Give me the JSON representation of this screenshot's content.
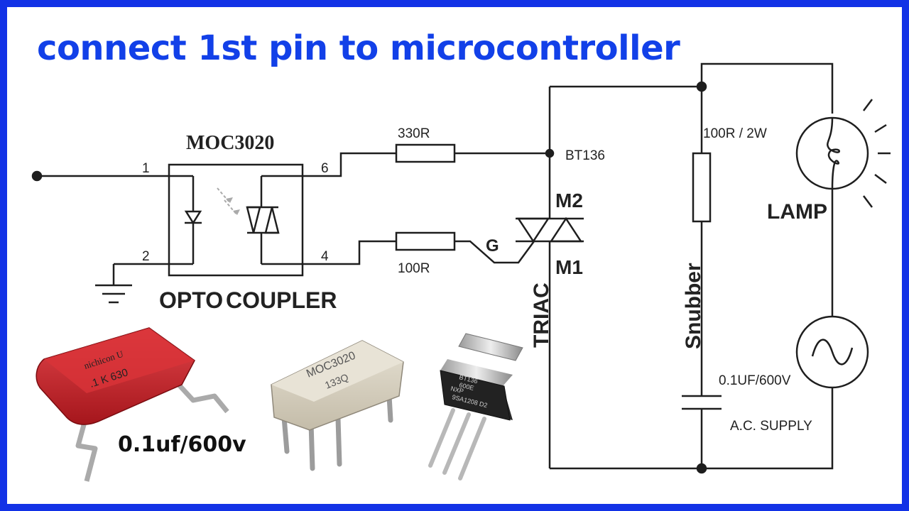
{
  "heading": "connect 1st pin to microcontroller",
  "labels": {
    "ic": "MOC3020",
    "opto_a": "OPTO",
    "opto_b": "COUPLER",
    "pin1": "1",
    "pin2": "2",
    "pin4": "4",
    "pin6": "6",
    "r330": "330R",
    "r100": "100R",
    "bt136": "BT136",
    "gate": "G",
    "m2": "M2",
    "m1": "M1",
    "triac": "TRIAC",
    "r_snub": "100R / 2W",
    "snubber": "Snubber",
    "cap": "0.1UF/600V",
    "lamp": "LAMP",
    "supply": "A.C. SUPPLY",
    "cap_photo": "0.1uf/600v",
    "cap_print_1": "nichicon U",
    "cap_print_2": ".1 K 630",
    "chip_print_1": "MOC3020",
    "chip_print_2": "133Q",
    "triac_print_1": "BT136",
    "triac_print_2": "600E",
    "triac_print_3": "NXP",
    "triac_print_4": "9SA1208 D2"
  },
  "colors": {
    "frame": "#1232e6",
    "heading": "#1240e8",
    "wire": "#1e1e1e",
    "capacitor_body": "#c8242a",
    "chip_body": "#d8d2c2",
    "triac_body": "#222222"
  }
}
